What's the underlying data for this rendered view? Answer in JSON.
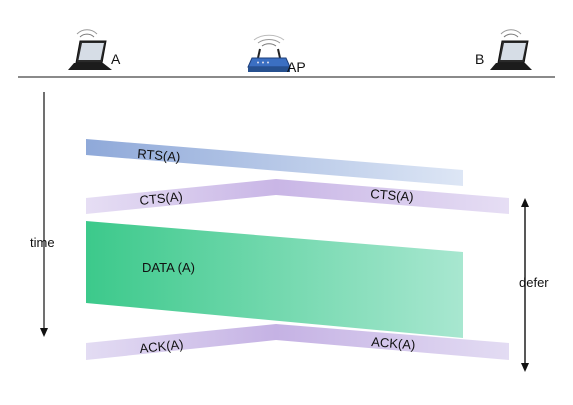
{
  "nodes": {
    "a": "A",
    "ap": "AP",
    "b": "B"
  },
  "axis": {
    "time": "time",
    "defer": "defer"
  },
  "frames": {
    "rts": "RTS(A)",
    "cts_left": "CTS(A)",
    "cts_right": "CTS(A)",
    "data": "DATA (A)",
    "ack_left": "ACK(A)",
    "ack_right": "ACK(A)"
  },
  "colors": {
    "rts_start": "#8fa9d9",
    "rts_end": "#dde6f5",
    "cts_light": "#e6def4",
    "cts_dark": "#c9b6e6",
    "data_start": "#3cc98b",
    "data_end": "#a8e7d0",
    "ack_light": "#e3dcf3",
    "ack_dark": "#c5b2e4"
  },
  "icons": {
    "a": "laptop-wifi-icon",
    "ap": "wireless-router-icon",
    "b": "laptop-wifi-icon"
  }
}
